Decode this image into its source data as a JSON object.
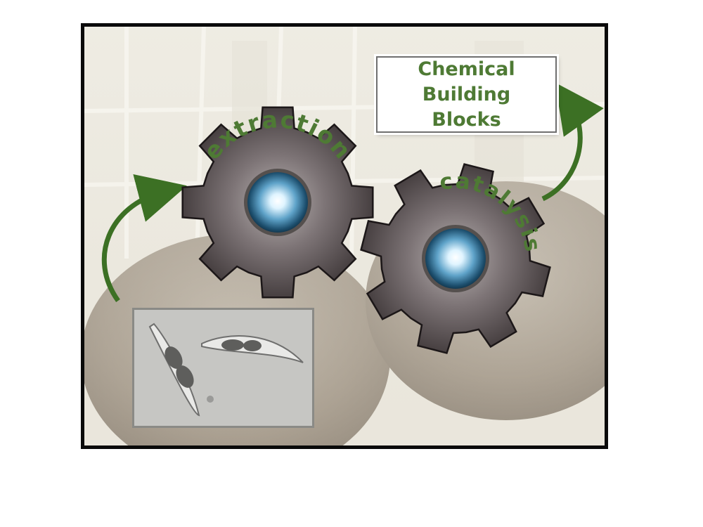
{
  "gears": [
    {
      "label": "extraction"
    },
    {
      "label": "catalysis"
    }
  ],
  "product_box": {
    "label": "Chemical Building Blocks"
  },
  "colors": {
    "label_green": "#4e7a34",
    "arrow_green": "#3c7024",
    "frame": "#0a0a0a",
    "gear_fill": "#5d5556"
  },
  "icons": [
    "curved-arrow-icon",
    "gear-icon",
    "light-orb-icon"
  ]
}
